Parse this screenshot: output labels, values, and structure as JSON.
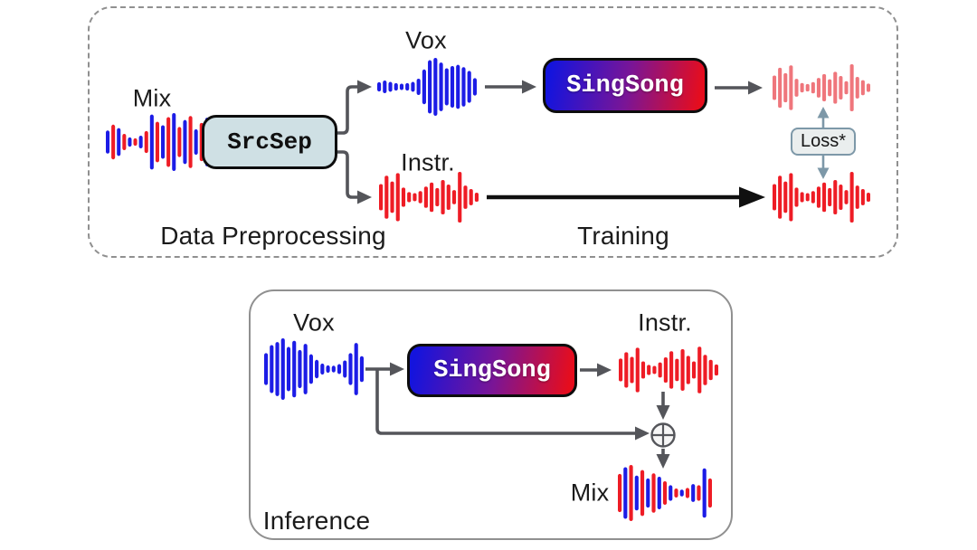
{
  "palette": {
    "vox_blue": "#1c1ce6",
    "instr_red": "#ee1c25",
    "instr_red_light": "#ef767c",
    "arrow_gray": "#54555a",
    "arrow_black": "#101010",
    "loss_accent": "#7d98a8",
    "panel_border": "#909090",
    "srcsep_fill": "#cfe0e4",
    "gradient_from": "#1414dd",
    "gradient_mid": "#7a1596",
    "gradient_to": "#e60d1d"
  },
  "icons": {
    "sum_icon": "circle-plus"
  },
  "training": {
    "mix_label": "Mix",
    "srcsep_label": "SrcSep",
    "vox_label": "Vox",
    "instr_label": "Instr.",
    "singsong_label": "SingSong",
    "loss_label": "Loss*",
    "stage_left_label": "Data Preprocessing",
    "stage_right_label": "Training"
  },
  "inference": {
    "vox_label": "Vox",
    "singsong_label": "SingSong",
    "instr_label": "Instr.",
    "mix_label": "Mix",
    "stage_label": "Inference"
  },
  "waveforms": {
    "train_mix": {
      "color_cycle": [
        "vox_blue",
        "instr_red"
      ],
      "heights": [
        0.4,
        0.6,
        0.48,
        0.28,
        0.16,
        0.13,
        0.22,
        0.38,
        0.95,
        0.7,
        0.58,
        0.86,
        1.0,
        0.52,
        0.76,
        0.9,
        0.44,
        0.66,
        0.84,
        0.48
      ]
    },
    "train_vox": {
      "color_cycle": [
        "vox_blue"
      ],
      "heights": [
        0.16,
        0.22,
        0.17,
        0.13,
        0.11,
        0.13,
        0.17,
        0.28,
        0.6,
        0.92,
        1.0,
        0.84,
        0.64,
        0.72,
        0.76,
        0.68,
        0.55,
        0.3
      ]
    },
    "train_instr": {
      "color_cycle": [
        "instr_red"
      ],
      "heights": [
        0.52,
        0.85,
        0.62,
        0.95,
        0.38,
        0.2,
        0.16,
        0.24,
        0.42,
        0.58,
        0.36,
        0.68,
        0.5,
        0.28,
        1.0,
        0.46,
        0.32,
        0.18
      ]
    },
    "train_generated": {
      "color_cycle": [
        "instr_red_light"
      ],
      "heights": [
        0.52,
        0.85,
        0.62,
        0.95,
        0.38,
        0.2,
        0.16,
        0.24,
        0.42,
        0.58,
        0.36,
        0.68,
        0.5,
        0.28,
        1.0,
        0.46,
        0.32,
        0.18
      ]
    },
    "train_target": {
      "color_cycle": [
        "instr_red"
      ],
      "heights": [
        0.52,
        0.85,
        0.62,
        0.95,
        0.38,
        0.2,
        0.16,
        0.24,
        0.42,
        0.58,
        0.36,
        0.68,
        0.5,
        0.28,
        1.0,
        0.46,
        0.32,
        0.18
      ]
    },
    "inf_vox": {
      "color_cycle": [
        "vox_blue"
      ],
      "heights": [
        0.52,
        0.78,
        0.88,
        1.0,
        0.72,
        0.92,
        0.62,
        0.82,
        0.48,
        0.3,
        0.18,
        0.12,
        0.11,
        0.16,
        0.28,
        0.52,
        0.85,
        0.42
      ]
    },
    "inf_instr": {
      "color_cycle": [
        "instr_red"
      ],
      "heights": [
        0.45,
        0.7,
        0.52,
        0.88,
        0.34,
        0.2,
        0.16,
        0.3,
        0.5,
        0.74,
        0.44,
        0.82,
        0.56,
        0.34,
        0.92,
        0.6,
        0.4,
        0.22
      ]
    },
    "inf_mix": {
      "color_cycle": [
        "instr_red",
        "vox_blue"
      ],
      "heights": [
        0.68,
        0.92,
        1.0,
        0.62,
        0.82,
        0.52,
        0.7,
        0.58,
        0.42,
        0.28,
        0.16,
        0.12,
        0.18,
        0.32,
        0.28,
        0.88,
        0.52
      ]
    }
  }
}
